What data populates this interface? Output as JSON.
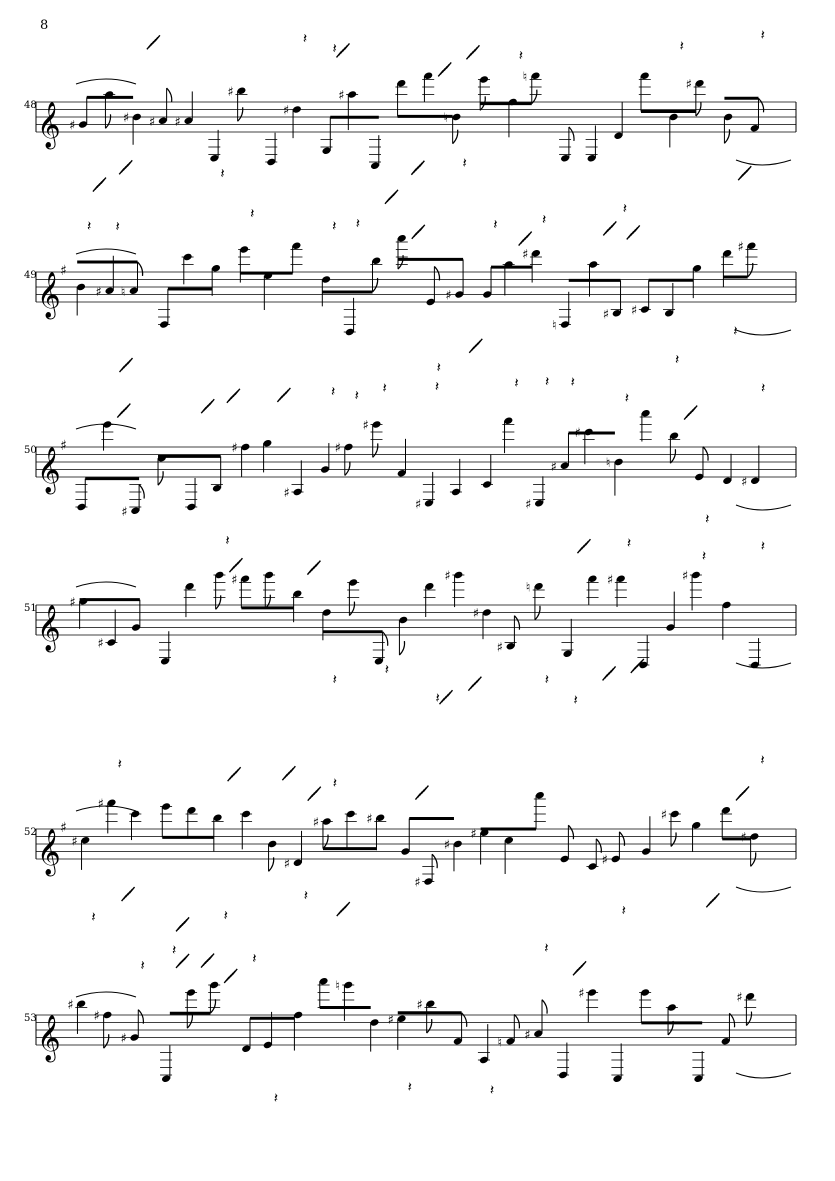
{
  "page": {
    "page_number": "8"
  },
  "score": {
    "systems": [
      {
        "measure_number": "48",
        "clef": "treble",
        "key": "C major",
        "sharps": 0
      },
      {
        "measure_number": "49",
        "clef": "treble",
        "key": "G major",
        "sharps": 1
      },
      {
        "measure_number": "50",
        "clef": "treble",
        "key": "G major",
        "sharps": 1
      },
      {
        "measure_number": "51",
        "clef": "treble",
        "key": "C major",
        "sharps": 0
      },
      {
        "measure_number": "52",
        "clef": "treble",
        "key": "G major",
        "sharps": 1
      },
      {
        "measure_number": "53",
        "clef": "treble",
        "key": "C major",
        "sharps": 0
      }
    ]
  },
  "glyphs": {
    "treble_clef": "𝄞",
    "sharp": "♯",
    "natural": "♮",
    "rest": "𝄽"
  }
}
